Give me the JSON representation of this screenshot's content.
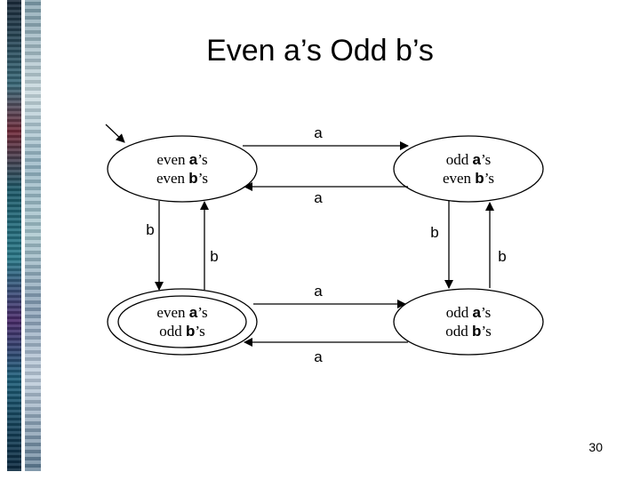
{
  "slide": {
    "title": "Even a’s Odd b’s",
    "page_number": "30"
  },
  "diagram": {
    "states": {
      "q_ee": {
        "line1_prefix": "even ",
        "line1_bold": "a",
        "line1_suffix": "’s",
        "line2_prefix": "even ",
        "line2_bold": "b",
        "line2_suffix": "’s",
        "start": true,
        "accepting": false
      },
      "q_oe": {
        "line1_prefix": "odd ",
        "line1_bold": "a",
        "line1_suffix": "’s",
        "line2_prefix": "even ",
        "line2_bold": "b",
        "line2_suffix": "’s",
        "start": false,
        "accepting": false
      },
      "q_eo": {
        "line1_prefix": "even ",
        "line1_bold": "a",
        "line1_suffix": "’s",
        "line2_prefix": "odd ",
        "line2_bold": "b",
        "line2_suffix": "’s",
        "start": false,
        "accepting": true
      },
      "q_oo": {
        "line1_prefix": "odd ",
        "line1_bold": "a",
        "line1_suffix": "’s",
        "line2_prefix": "odd ",
        "line2_bold": "b",
        "line2_suffix": "’s",
        "start": false,
        "accepting": false
      }
    },
    "transitions": {
      "ee_to_oe": "a",
      "oe_to_ee": "a",
      "eo_to_oo": "a",
      "oo_to_eo": "a",
      "ee_to_eo": "b",
      "eo_to_ee": "b",
      "oe_to_oo": "b",
      "oo_to_oe": "b"
    }
  }
}
